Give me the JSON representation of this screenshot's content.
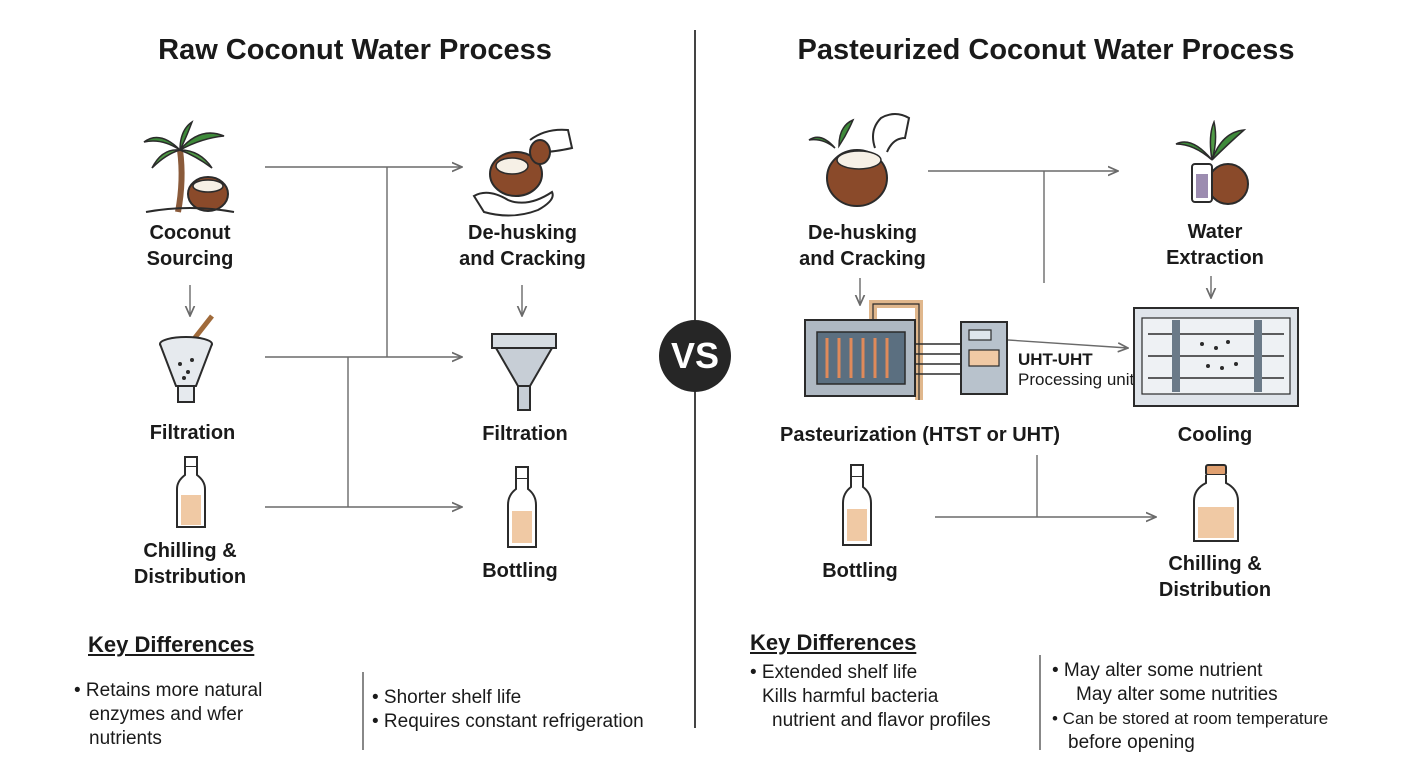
{
  "colors": {
    "line": "#6a6a6a",
    "ink": "#2b2b2b",
    "coconut": "#8a4a2a",
    "leaf": "#3e8a3a",
    "liquid": "#f0c9a4",
    "metal": "#c7ced6",
    "vs_bg": "#262626"
  },
  "raw": {
    "title": "Raw Coconut Water Process",
    "steps": {
      "sourcing": [
        "Coconut",
        "Sourcing"
      ],
      "dehusk": [
        "De-husking",
        "and Cracking"
      ],
      "filtration_left": "Filtration",
      "filtration_right": "Filtration",
      "chilling": [
        "Chilling &",
        "Distribution"
      ],
      "bottling": "Bottling"
    },
    "key_differences": {
      "title": "Key Differences",
      "col1": [
        "• Retains more natural",
        "enzymes and wfer",
        "nutrients"
      ],
      "col2": [
        "• Shorter shelf life",
        "• Requires constant refrigeration"
      ]
    }
  },
  "vs_label": "VS",
  "pasteurized": {
    "title": "Pasteurized Coconut Water Process",
    "steps": {
      "dehusk": [
        "De-husking",
        "and Cracking"
      ],
      "extraction": [
        "Water",
        "Extraction"
      ],
      "unit_label": "UHT-UHT",
      "unit_sublabel": "Processing unit",
      "pasteurization": "Pasteurization (HTST or UHT)",
      "cooling": "Cooling",
      "bottling": "Bottling",
      "chilling": [
        "Chilling &",
        "Distribution"
      ]
    },
    "key_differences": {
      "title": "Key Differences",
      "col1": [
        "• Extended shelf life",
        "Kills harmful bacteria",
        "nutrient and flavor profiles"
      ],
      "col2": [
        "• May alter some nutrient",
        "May alter some nutrities",
        "• Can be stored at room temperature",
        "before opening"
      ]
    }
  }
}
